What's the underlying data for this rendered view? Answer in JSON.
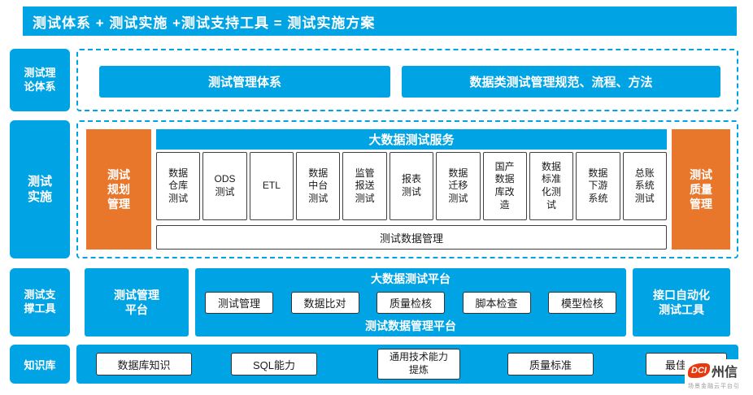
{
  "colors": {
    "primary_blue": "#00a3e4",
    "accent_orange": "#e8762b",
    "logo_red": "#e8380d"
  },
  "title_bar": {
    "title": "测试体系 + 测试实施 +测试支持工具 = 测试实施方案"
  },
  "rows": {
    "theory": {
      "label": "测试理论体系",
      "items": [
        "测试管理体系",
        "数据类测试管理规范、流程、方法"
      ]
    },
    "implementation": {
      "label": "测试实施",
      "left_box": "测试规划管理",
      "header": "大数据测试服务",
      "services": [
        "数据仓库测试",
        "ODS测试",
        "ETL",
        "数据中台测试",
        "监管报送测试",
        "报表测试",
        "数据迁移测试",
        "国产数据库改造",
        "数据标准化测试",
        "数据下游系统",
        "总账系统测试"
      ],
      "footer": "测试数据管理",
      "right_box": "测试质量管理"
    },
    "support": {
      "label": "测试支撑工具",
      "left_box": "测试管理平台",
      "header": "大数据测试平台",
      "tools": [
        "测试管理",
        "数据比对",
        "质量检核",
        "脚本检查",
        "模型检核"
      ],
      "footer": "测试数据管理平台",
      "right_box": "接口自动化测试工具"
    },
    "knowledge": {
      "label": "知识库",
      "items": [
        "数据库知识",
        "SQL能力",
        "通用技术能力提炼",
        "质量标准",
        "最佳实践"
      ]
    }
  },
  "logo": {
    "mark": "DCI",
    "name": "州信",
    "tagline": "场景金融云平台引"
  }
}
